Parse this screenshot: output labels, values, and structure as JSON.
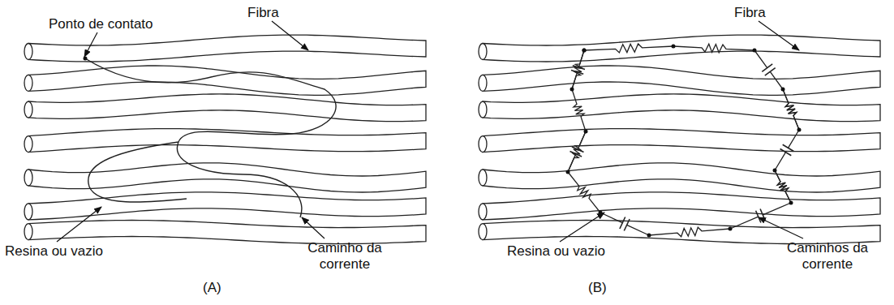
{
  "diagram": {
    "labels": [
      "Ponto de contato",
      "Fibra",
      "Resina ou vazio",
      "Caminho da corrente",
      "(A)",
      "Fibra",
      "Resina ou vazio",
      "Caminhos da corrente",
      "(B)"
    ]
  }
}
